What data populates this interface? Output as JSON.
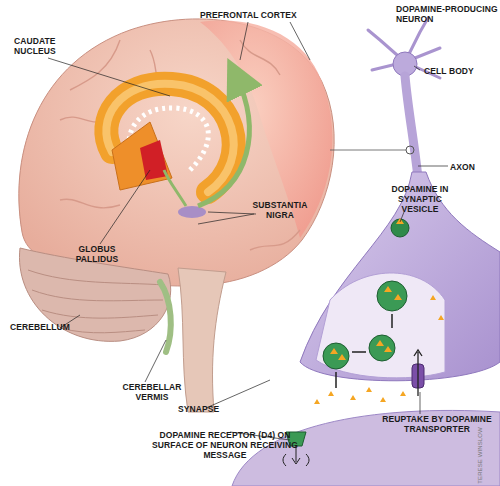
{
  "diagram": {
    "labels": [
      "PREFRONTAL CORTEX",
      "DOPAMINE-PRODUCING NEURON",
      "CAUDATE NUCLEUS",
      "CELL BODY",
      "AXON",
      "DOPAMINE IN SYNAPTIC VESICLE",
      "SUBSTANTIA NIGRA",
      "GLOBUS PALLIDUS",
      "CEREBELLUM",
      "CEREBELLAR VERMIS",
      "SYNAPSE",
      "REUPTAKE BY DOPAMINE TRANSPORTER",
      "DOPAMINE RECEPTOR (D4) ON SURFACE OF NEURON RECEIVING MESSAGE",
      "TERESE WINSLOW"
    ]
  }
}
